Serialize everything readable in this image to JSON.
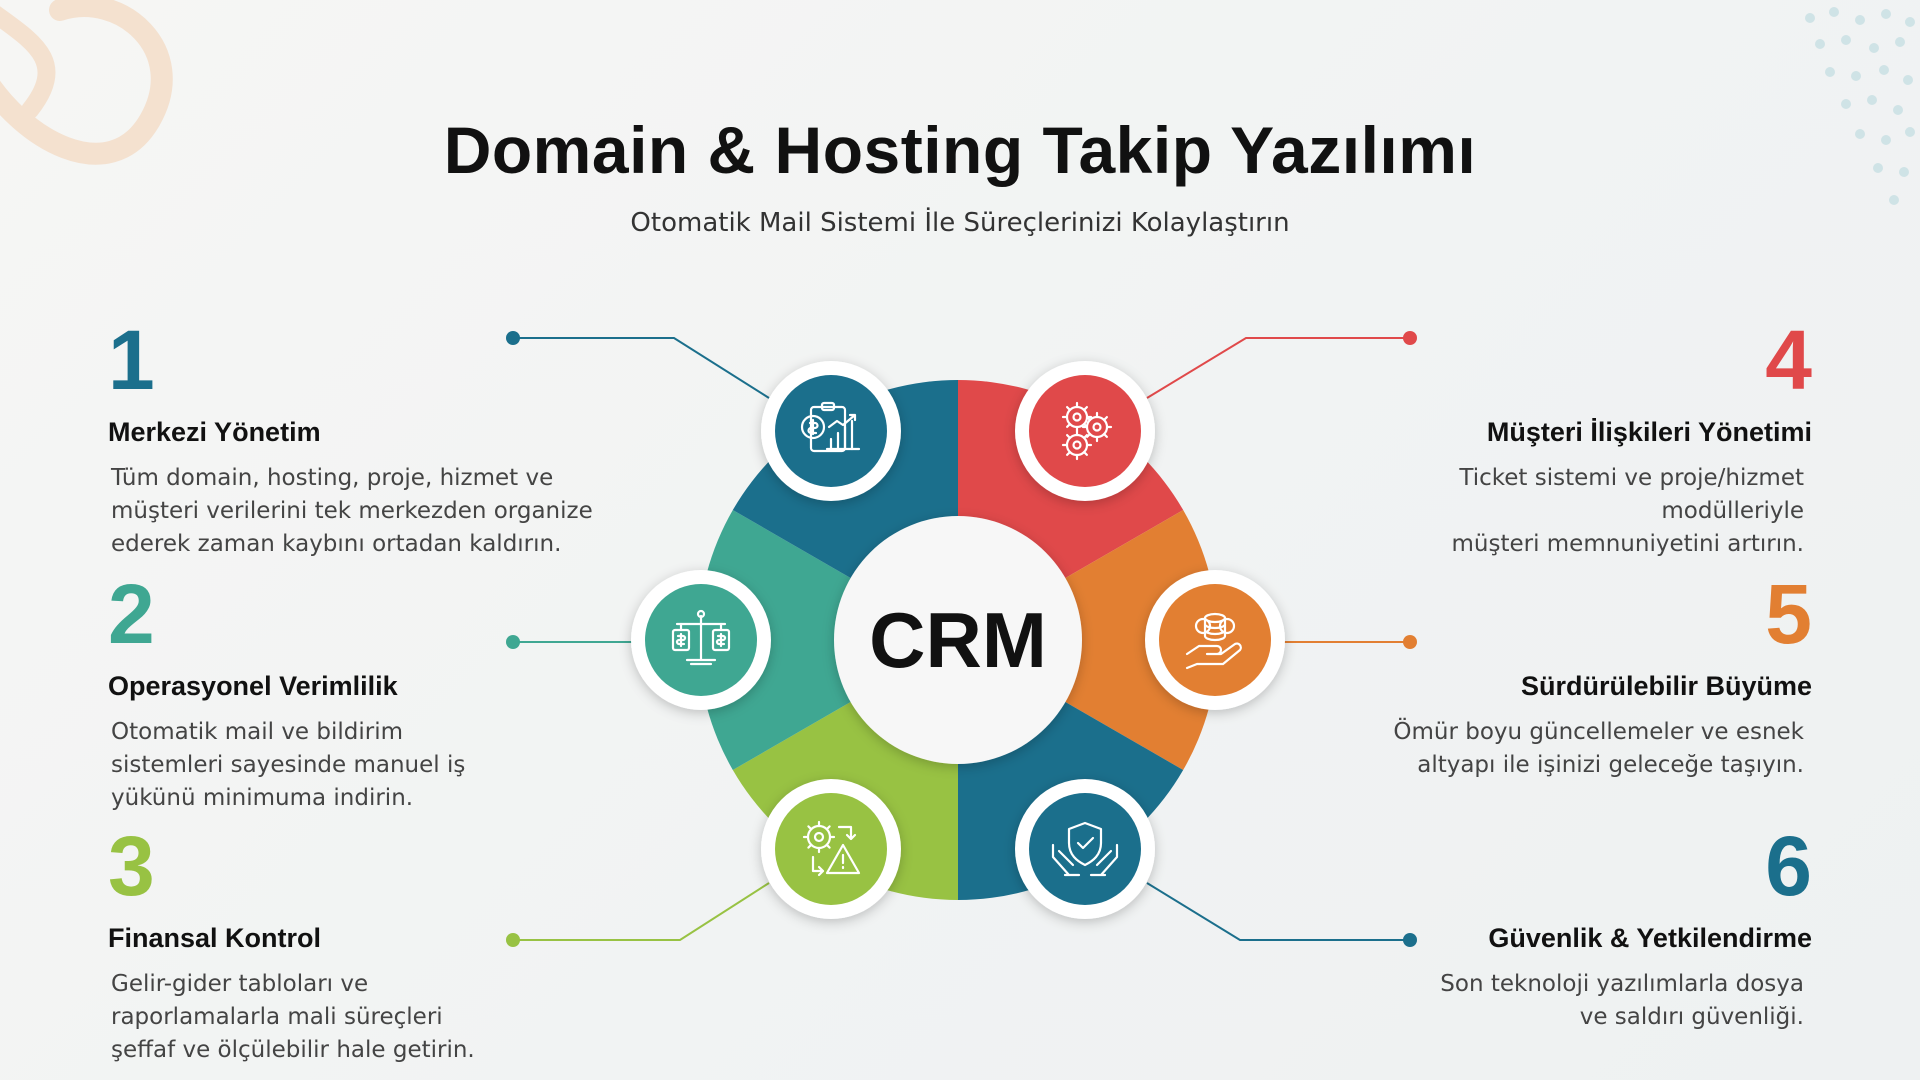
{
  "header": {
    "title": "Domain & Hosting Takip Yazılımı",
    "subtitle": "Otomatik Mail Sistemi İle Süreçlerinizi Kolaylaştırın"
  },
  "center": {
    "label": "CRM"
  },
  "colors": {
    "teal_dark": "#1b6f8c",
    "red": "#e0494a",
    "orange": "#e27f32",
    "teal": "#3fa792",
    "green": "#98c243"
  },
  "items": [
    {
      "number": "1",
      "title": "Merkezi Yönetim",
      "description": "Tüm domain, hosting, proje, hizmet ve\nmüşteri verilerini tek merkezden organize\nederek zaman kaybını ortadan kaldırın.",
      "color": "#1b6f8c",
      "icon": "financial-report-icon"
    },
    {
      "number": "2",
      "title": "Operasyonel Verimlilik",
      "description": "Otomatik mail ve bildirim\nsistemleri sayesinde manuel iş\nyükünü minimuma indirin.",
      "color": "#3fa792",
      "icon": "balance-scale-icon"
    },
    {
      "number": "3",
      "title": "Finansal Kontrol",
      "description": "Gelir-gider tabloları ve\nraporlamalarla mali süreçleri\nşeffaf ve ölçülebilir hale getirin.",
      "color": "#98c243",
      "icon": "gear-warning-icon"
    },
    {
      "number": "4",
      "title": "Müşteri İlişkileri Yönetimi",
      "description": "Ticket sistemi ve proje/hizmet modülleriyle\nmüşteri memnuniyetini artırın.",
      "color": "#e0494a",
      "icon": "gears-icon"
    },
    {
      "number": "5",
      "title": "Sürdürülebilir Büyüme",
      "description": "Ömür boyu güncellemeler ve esnek\naltyapı ile işinizi geleceğe taşıyın.",
      "color": "#e27f32",
      "icon": "hand-coins-icon"
    },
    {
      "number": "6",
      "title": "Güvenlik & Yetkilendirme",
      "description": "Son teknoloji yazılımlarla dosya\nve saldırı güvenliği.",
      "color": "#1b6f8c",
      "icon": "shield-hands-icon"
    }
  ]
}
